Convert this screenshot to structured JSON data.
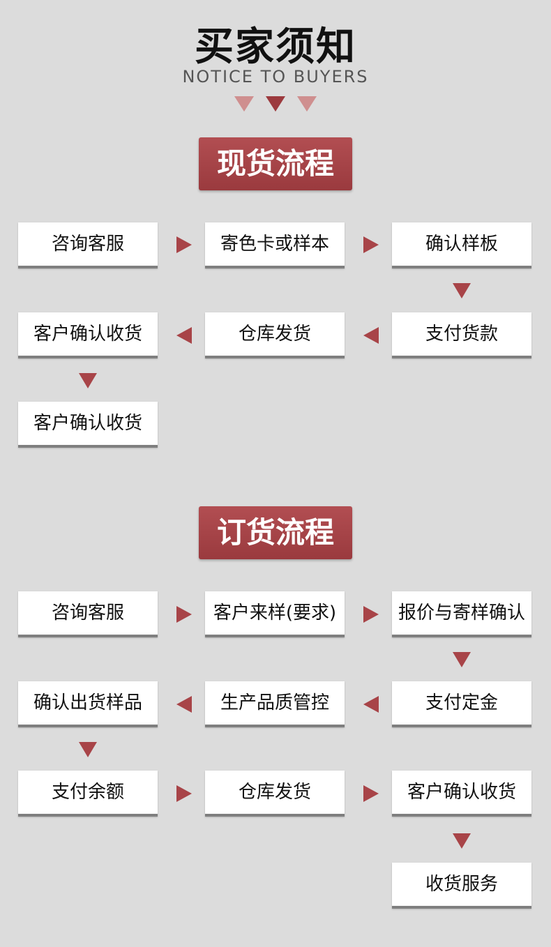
{
  "header": {
    "title": "买家须知",
    "subtitle": "NOTICE TO BUYERS"
  },
  "colors": {
    "accent": "#a84448",
    "label_bg": "#a7464a",
    "background": "#dcdcdc",
    "box_bg": "#ffffff"
  },
  "spot": {
    "label": "现货流程",
    "steps": [
      "咨询客服",
      "寄色卡或样本",
      "确认样板",
      "支付货款",
      "仓库发货",
      "客户确认收货",
      "客户确认收货"
    ]
  },
  "order": {
    "label": "订货流程",
    "steps": [
      "咨询客服",
      "客户来样(要求)",
      "报价与寄样确认",
      "支付定金",
      "生产品质管控",
      "确认出货样品",
      "支付余额",
      "仓库发货",
      "客户确认收货",
      "收货服务"
    ]
  }
}
